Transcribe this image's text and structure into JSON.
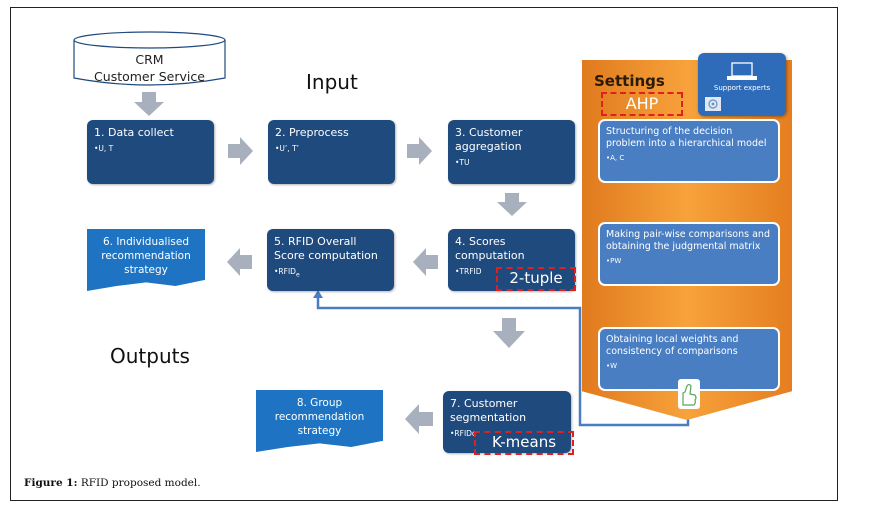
{
  "diagram": {
    "source": {
      "line1": "CRM",
      "line2": "Customer Service"
    },
    "headings": {
      "input": "Input",
      "outputs": "Outputs",
      "settings": "Settings"
    },
    "steps": [
      {
        "id": 1,
        "title": "1. Data collect",
        "bullet": "•U, T"
      },
      {
        "id": 2,
        "title": "2. Preprocess",
        "bullet": "•U’, T’"
      },
      {
        "id": 3,
        "title": "3. Customer aggregation",
        "bullet": "•TU"
      },
      {
        "id": 4,
        "title": "4. Scores computation",
        "bullet": "•TRFID",
        "method": "2-tuple"
      },
      {
        "id": 5,
        "title": "5. RFID Overall Score computation",
        "bullet": "•RFID",
        "bullet_sub": "e"
      },
      {
        "id": 7,
        "title": "7. Customer segmentation",
        "bullet": "•RFIDc",
        "method": "K-means"
      }
    ],
    "outputs": [
      {
        "id": 6,
        "title": "6. Individualised recommendation strategy"
      },
      {
        "id": 8,
        "title": "8. Group recommendation strategy"
      }
    ],
    "settings_panel": {
      "method": "AHP",
      "support": "Support experts",
      "steps": [
        {
          "title": "Structuring of the decision problem into a hierarchical model",
          "bullet": "•A, C"
        },
        {
          "title": "Making pair-wise comparisons and obtaining the judgmental matrix",
          "bullet": "•PW"
        },
        {
          "title": "Obtaining local weights and consistency of comparisons",
          "bullet": "•W"
        }
      ]
    },
    "icons": [
      "database-icon",
      "laptop-icon",
      "gear-network-icon",
      "thumbs-up-icon"
    ],
    "colors": {
      "step_box": "#1f4a7e",
      "output_doc": "#1e74c2",
      "settings_bg": "#f29530",
      "ahp_box": "#4a7ec2",
      "dashed_tag": "#e02020",
      "arrow": "#a9b0bd",
      "connector": "#4a7ec2"
    }
  },
  "caption": {
    "label": "Figure 1:",
    "text": " RFID proposed model."
  }
}
